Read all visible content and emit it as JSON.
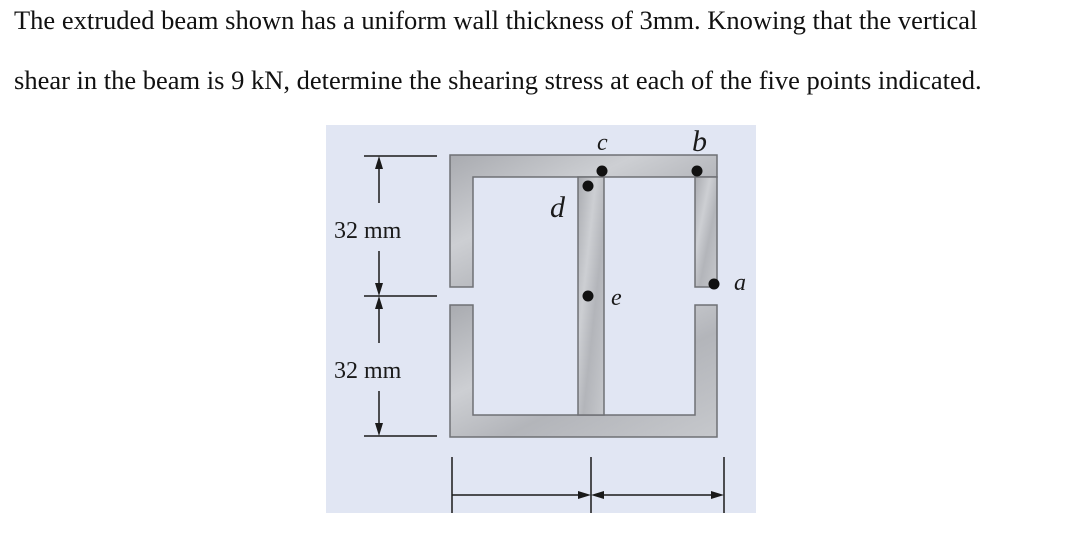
{
  "problem": {
    "line1": "The extruded beam shown has a uniform wall thickness of 3mm. Knowing that the vertical",
    "line2": "shear in the beam is 9 kN, determine the shearing stress at each of the five points indicated."
  },
  "figure": {
    "dimensions": {
      "upper_height": "32 mm",
      "lower_height": "32 mm"
    },
    "points": {
      "a": "a",
      "b": "b",
      "c": "c",
      "d": "d",
      "e": "e"
    },
    "colors": {
      "background": "#e1e6f3",
      "section_fill": "#b9bbc0",
      "section_edge": "#6f7075",
      "ink": "#1a1a1a"
    }
  }
}
